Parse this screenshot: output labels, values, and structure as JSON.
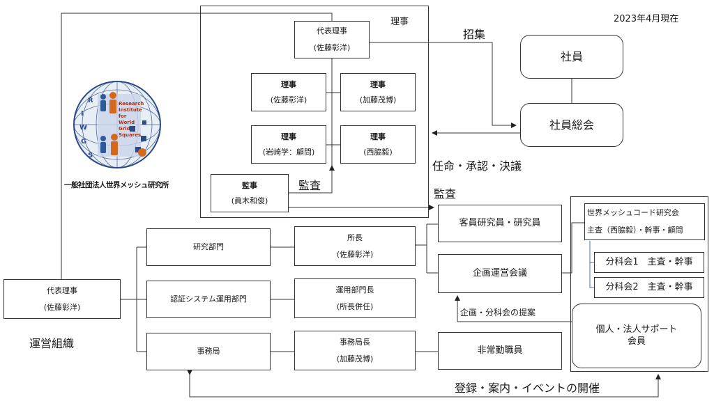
{
  "date": "2023年4月現在",
  "board": {
    "title": "理事",
    "representative": {
      "role": "代表理事",
      "name": "(佐藤彰洋)"
    },
    "directors": [
      {
        "role": "理事",
        "name": "(佐藤彰洋)"
      },
      {
        "role": "理事",
        "name": "(加藤茂博)"
      },
      {
        "role": "理事",
        "name": "(岩崎学：顧問)"
      },
      {
        "role": "理事",
        "name": "(西脇毅)"
      }
    ],
    "auditor": {
      "role": "監事",
      "name": "(眞木和俊)"
    }
  },
  "members": {
    "employee": "社員",
    "general_meeting": "社員総会"
  },
  "edge_labels": {
    "recruit": "招集",
    "appoint": "任命・承認・決議",
    "audit_1": "監査",
    "audit_2": "監査",
    "proposal": "企画・分科会の提案",
    "events": "登録・案内・イベントの開催"
  },
  "logo": {
    "letters": [
      "R",
      "I",
      "W",
      "G",
      "S"
    ],
    "text": [
      "Research",
      "Institute",
      "for",
      "World",
      "Grid",
      "Squares"
    ],
    "org_name": "一般社団法人世界メッシュ研究所"
  },
  "operations": {
    "title": "運営組織",
    "representative": {
      "role": "代表理事",
      "name": "(佐藤彰洋)"
    },
    "departments": [
      "研究部門",
      "認証システム運用部門",
      "事務局"
    ],
    "heads": [
      {
        "role": "所長",
        "name": "(佐藤彰洋)"
      },
      {
        "role": "運用部門長",
        "name": "(所長併任)"
      },
      {
        "role": "事務局長",
        "name": "(加藤茂博)"
      }
    ],
    "researchers": "客員研究員・研究員",
    "planning_meeting": "企画運営会議",
    "part_time": "非常勤職員"
  },
  "society": {
    "title": "世界メッシュコード研究会",
    "chair": "主査（西脇毅）・幹事・顧問",
    "subcommittees": [
      "分科会1　主査・幹事",
      "分科会2　主査・幹事"
    ],
    "support_members": [
      "個人・法人サポート",
      "会員"
    ]
  }
}
